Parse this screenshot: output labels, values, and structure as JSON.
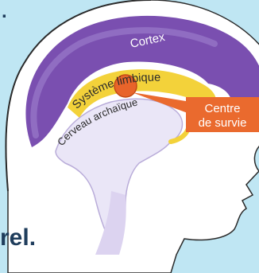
{
  "labels": {
    "cortex": "Cortex",
    "limbic": "Système limbique",
    "archaic": "Cerveau archaïque",
    "survival_line1": "Centre",
    "survival_line2": "de survie"
  },
  "fragments": {
    "top_left": ".",
    "bottom_left": "rel."
  },
  "colors": {
    "background": "#bfe6f3",
    "cortex": "#7a4fb0",
    "cortex_light": "#9f82cf",
    "limbic": "#f3d23a",
    "archaic": "#eae6f7",
    "survival_center": "#e8642a",
    "label_box": "#ea6a2e",
    "outline": "#2a2a2a"
  }
}
